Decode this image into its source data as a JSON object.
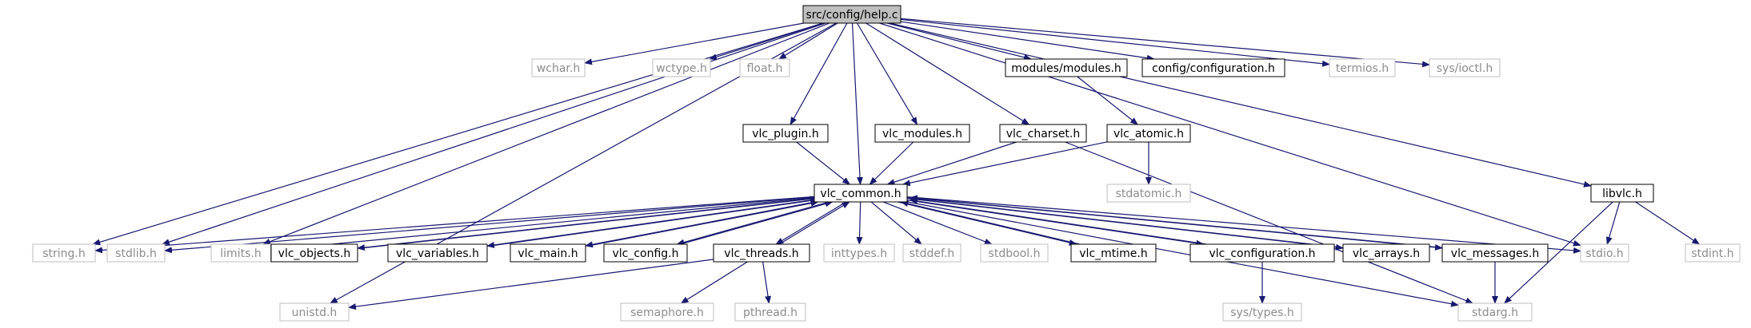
{
  "diagram": {
    "colors": {
      "edge": "#191970",
      "node_border_strong": "#000000",
      "node_border_weak": "#bfbfbf",
      "node_fill_root": "#bfbfbf",
      "node_fill": "#ffffff",
      "text_strong": "#000000",
      "text_weak": "#8c8c8c"
    },
    "nodes": [
      {
        "id": "help_c",
        "label": "src/config/help.c",
        "kind": "root"
      },
      {
        "id": "wchar",
        "label": "wchar.h",
        "kind": "weak"
      },
      {
        "id": "wctype",
        "label": "wctype.h",
        "kind": "weak"
      },
      {
        "id": "float",
        "label": "float.h",
        "kind": "weak"
      },
      {
        "id": "modules",
        "label": "modules/modules.h",
        "kind": "strong"
      },
      {
        "id": "configuration",
        "label": "config/configuration.h",
        "kind": "strong"
      },
      {
        "id": "termios",
        "label": "termios.h",
        "kind": "weak"
      },
      {
        "id": "sysioctl",
        "label": "sys/ioctl.h",
        "kind": "weak"
      },
      {
        "id": "vlc_plugin",
        "label": "vlc_plugin.h",
        "kind": "strong"
      },
      {
        "id": "vlc_modules",
        "label": "vlc_modules.h",
        "kind": "strong"
      },
      {
        "id": "vlc_charset",
        "label": "vlc_charset.h",
        "kind": "strong"
      },
      {
        "id": "vlc_atomic",
        "label": "vlc_atomic.h",
        "kind": "strong"
      },
      {
        "id": "stdatomic",
        "label": "stdatomic.h",
        "kind": "weak"
      },
      {
        "id": "libvlc",
        "label": "libvlc.h",
        "kind": "strong"
      },
      {
        "id": "vlc_common",
        "label": "vlc_common.h",
        "kind": "strong"
      },
      {
        "id": "string",
        "label": "string.h",
        "kind": "weak"
      },
      {
        "id": "stdlib",
        "label": "stdlib.h",
        "kind": "weak"
      },
      {
        "id": "limits",
        "label": "limits.h",
        "kind": "weak"
      },
      {
        "id": "vlc_objects",
        "label": "vlc_objects.h",
        "kind": "strong"
      },
      {
        "id": "vlc_variables",
        "label": "vlc_variables.h",
        "kind": "strong"
      },
      {
        "id": "vlc_main",
        "label": "vlc_main.h",
        "kind": "strong"
      },
      {
        "id": "vlc_config",
        "label": "vlc_config.h",
        "kind": "strong"
      },
      {
        "id": "vlc_threads",
        "label": "vlc_threads.h",
        "kind": "strong"
      },
      {
        "id": "inttypes",
        "label": "inttypes.h",
        "kind": "weak"
      },
      {
        "id": "stddef",
        "label": "stddef.h",
        "kind": "weak"
      },
      {
        "id": "stdbool",
        "label": "stdbool.h",
        "kind": "weak"
      },
      {
        "id": "vlc_mtime",
        "label": "vlc_mtime.h",
        "kind": "strong"
      },
      {
        "id": "vlc_configuration",
        "label": "vlc_configuration.h",
        "kind": "strong"
      },
      {
        "id": "vlc_arrays",
        "label": "vlc_arrays.h",
        "kind": "strong"
      },
      {
        "id": "vlc_messages",
        "label": "vlc_messages.h",
        "kind": "strong"
      },
      {
        "id": "stdio",
        "label": "stdio.h",
        "kind": "weak"
      },
      {
        "id": "stdint",
        "label": "stdint.h",
        "kind": "weak"
      },
      {
        "id": "unistd",
        "label": "unistd.h",
        "kind": "weak"
      },
      {
        "id": "semaphore",
        "label": "semaphore.h",
        "kind": "weak"
      },
      {
        "id": "pthread",
        "label": "pthread.h",
        "kind": "weak"
      },
      {
        "id": "systypes",
        "label": "sys/types.h",
        "kind": "weak"
      },
      {
        "id": "stdarg",
        "label": "stdarg.h",
        "kind": "weak"
      }
    ],
    "edges": [
      [
        "help_c",
        "wchar"
      ],
      [
        "help_c",
        "wctype"
      ],
      [
        "help_c",
        "float"
      ],
      [
        "help_c",
        "modules"
      ],
      [
        "help_c",
        "configuration"
      ],
      [
        "help_c",
        "termios"
      ],
      [
        "help_c",
        "sysioctl"
      ],
      [
        "help_c",
        "vlc_plugin"
      ],
      [
        "help_c",
        "vlc_modules"
      ],
      [
        "help_c",
        "vlc_charset"
      ],
      [
        "help_c",
        "vlc_common"
      ],
      [
        "help_c",
        "libvlc"
      ],
      [
        "help_c",
        "string"
      ],
      [
        "help_c",
        "stdlib"
      ],
      [
        "help_c",
        "limits"
      ],
      [
        "help_c",
        "unistd"
      ],
      [
        "help_c",
        "stdio"
      ],
      [
        "modules",
        "vlc_atomic"
      ],
      [
        "vlc_plugin",
        "vlc_common"
      ],
      [
        "vlc_modules",
        "vlc_common"
      ],
      [
        "vlc_charset",
        "vlc_common"
      ],
      [
        "vlc_charset",
        "stdarg"
      ],
      [
        "vlc_atomic",
        "vlc_common"
      ],
      [
        "vlc_atomic",
        "stdatomic"
      ],
      [
        "libvlc",
        "stdio"
      ],
      [
        "libvlc",
        "stdint"
      ],
      [
        "libvlc",
        "stdarg"
      ],
      [
        "vlc_common",
        "string"
      ],
      [
        "vlc_common",
        "stdlib"
      ],
      [
        "vlc_common",
        "limits"
      ],
      [
        "vlc_common",
        "vlc_objects"
      ],
      [
        "vlc_common",
        "vlc_variables"
      ],
      [
        "vlc_common",
        "vlc_main"
      ],
      [
        "vlc_common",
        "vlc_config"
      ],
      [
        "vlc_common",
        "vlc_threads"
      ],
      [
        "vlc_common",
        "inttypes"
      ],
      [
        "vlc_common",
        "stddef"
      ],
      [
        "vlc_common",
        "stdbool"
      ],
      [
        "vlc_common",
        "vlc_mtime"
      ],
      [
        "vlc_common",
        "vlc_configuration"
      ],
      [
        "vlc_common",
        "vlc_arrays"
      ],
      [
        "vlc_common",
        "vlc_messages"
      ],
      [
        "vlc_common",
        "stdio"
      ],
      [
        "vlc_common",
        "stdarg"
      ],
      [
        "vlc_objects",
        "vlc_common"
      ],
      [
        "vlc_variables",
        "vlc_common"
      ],
      [
        "vlc_main",
        "vlc_common"
      ],
      [
        "vlc_config",
        "vlc_common"
      ],
      [
        "vlc_threads",
        "vlc_common"
      ],
      [
        "vlc_mtime",
        "vlc_common"
      ],
      [
        "vlc_configuration",
        "vlc_common"
      ],
      [
        "vlc_arrays",
        "vlc_common"
      ],
      [
        "vlc_messages",
        "vlc_common"
      ],
      [
        "vlc_threads",
        "unistd"
      ],
      [
        "vlc_threads",
        "semaphore"
      ],
      [
        "vlc_threads",
        "pthread"
      ],
      [
        "vlc_configuration",
        "systypes"
      ],
      [
        "vlc_messages",
        "stdarg"
      ]
    ]
  }
}
